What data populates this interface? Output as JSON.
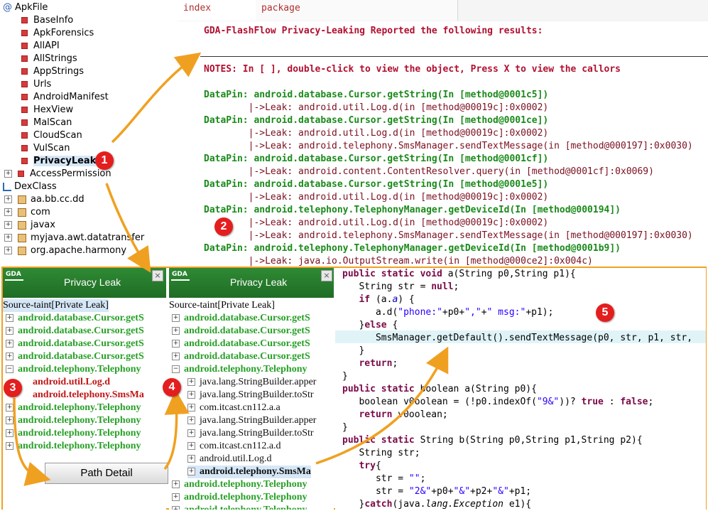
{
  "tree": {
    "root_icon": "@",
    "root": "ApkFile",
    "items": [
      "BaseInfo",
      "ApkForensics",
      "AllAPI",
      "AllStrings",
      "AppStrings",
      "Urls",
      "AndroidManifest",
      "HexView",
      "MalScan",
      "CloudScan",
      "VulScan",
      "PrivacyLeak",
      "AccessPermission"
    ],
    "dex": "DexClass",
    "packages": [
      "aa.bb.cc.dd",
      "com",
      "javax",
      "myjava.awt.datatransfer",
      "org.apache.harmony"
    ]
  },
  "tabs": [
    "index",
    "package"
  ],
  "report": {
    "title": "GDA-FlashFlow Privacy-Leaking Reported the following results:",
    "notes": "NOTES: In [ ], double-click to view the object, Press X to view the callors",
    "lines": [
      {
        "kind": "pin",
        "text": "DataPin: android.database.Cursor.getString(In [method@0001c5])"
      },
      {
        "kind": "leak",
        "text": "        |->Leak: android.util.Log.d(in [method@00019c]:0x0002)"
      },
      {
        "kind": "pin",
        "text": "DataPin: android.database.Cursor.getString(In [method@0001ce])"
      },
      {
        "kind": "leak",
        "text": "        |->Leak: android.util.Log.d(in [method@00019c]:0x0002)"
      },
      {
        "kind": "leak",
        "text": "        |->Leak: android.telephony.SmsManager.sendTextMessage(in [method@000197]:0x0030)"
      },
      {
        "kind": "pin",
        "text": "DataPin: android.database.Cursor.getString(In [method@0001cf])"
      },
      {
        "kind": "leak",
        "text": "        |->Leak: android.content.ContentResolver.query(in [method@0001cf]:0x0069)"
      },
      {
        "kind": "pin",
        "text": "DataPin: android.database.Cursor.getString(In [method@0001e5])"
      },
      {
        "kind": "leak",
        "text": "        |->Leak: android.util.Log.d(in [method@00019c]:0x0002)"
      },
      {
        "kind": "pin",
        "text": "DataPin: android.telephony.TelephonyManager.getDeviceId(In [method@000194])"
      },
      {
        "kind": "leak",
        "text": "        |->Leak: android.util.Log.d(in [method@00019c]:0x0002)"
      },
      {
        "kind": "leak",
        "text": "        |->Leak: android.telephony.SmsManager.sendTextMessage(in [method@000197]:0x0030)"
      },
      {
        "kind": "pin",
        "text": "DataPin: android.telephony.TelephonyManager.getDeviceId(In [method@0001b9])"
      },
      {
        "kind": "leak",
        "text": "        |->Leak: java.io.OutputStream.write(in [method@000ce2]:0x004c)"
      }
    ]
  },
  "panel1": {
    "logo": "GDA",
    "title": "Privacy Leak",
    "close": "×",
    "source": "Source-taint[Private Leak]",
    "items": [
      {
        "style": "pg",
        "plus": "+",
        "text": "android.database.Cursor.getS"
      },
      {
        "style": "pg",
        "plus": "+",
        "text": "android.database.Cursor.getS"
      },
      {
        "style": "pg",
        "plus": "+",
        "text": "android.database.Cursor.getS"
      },
      {
        "style": "pg",
        "plus": "+",
        "text": "android.database.Cursor.getS"
      },
      {
        "style": "pg",
        "plus": "−",
        "text": "android.telephony.Telephony"
      },
      {
        "style": "pr",
        "plus": "",
        "text": "android.util.Log.d"
      },
      {
        "style": "pr",
        "plus": "",
        "text": "android.telephony.SmsMa"
      },
      {
        "style": "pg",
        "plus": "+",
        "text": "android.telephony.Telephony"
      },
      {
        "style": "pg",
        "plus": "+",
        "text": "android.telephony.Telephony"
      },
      {
        "style": "pg",
        "plus": "+",
        "text": "android.telephony.Telephony"
      },
      {
        "style": "pg",
        "plus": "+",
        "text": "android.telephony.Telephony"
      }
    ],
    "button": "Path Detail"
  },
  "panel2": {
    "logo": "GDA",
    "title": "Privacy Leak",
    "close": "×",
    "source": "Source-taint[Private Leak]",
    "items": [
      {
        "style": "pg",
        "plus": "+",
        "text": "android.database.Cursor.getS"
      },
      {
        "style": "pg",
        "plus": "+",
        "text": "android.database.Cursor.getS"
      },
      {
        "style": "pg",
        "plus": "+",
        "text": "android.database.Cursor.getS"
      },
      {
        "style": "pg",
        "plus": "+",
        "text": "android.database.Cursor.getS"
      },
      {
        "style": "pg",
        "plus": "−",
        "text": "android.telephony.Telephony"
      },
      {
        "style": "pn",
        "plus": "+",
        "text": "java.lang.StringBuilder.apper"
      },
      {
        "style": "pn",
        "plus": "+",
        "text": "java.lang.StringBuilder.toStr"
      },
      {
        "style": "pn",
        "plus": "+",
        "text": "com.itcast.cn112.a.a"
      },
      {
        "style": "pn",
        "plus": "+",
        "text": "java.lang.StringBuilder.apper"
      },
      {
        "style": "pn",
        "plus": "+",
        "text": "java.lang.StringBuilder.toStr"
      },
      {
        "style": "pn",
        "plus": "+",
        "text": "com.itcast.cn112.a.d"
      },
      {
        "style": "pn",
        "plus": "+",
        "text": "android.util.Log.d"
      },
      {
        "style": "pbold",
        "plus": "+",
        "text": "android.telephony.SmsMa"
      },
      {
        "style": "pg",
        "plus": "+",
        "text": "android.telephony.Telephony"
      },
      {
        "style": "pg",
        "plus": "+",
        "text": "android.telephony.Telephony"
      },
      {
        "style": "pg",
        "plus": "+",
        "text": "android.telephony.Telephony"
      }
    ]
  },
  "code": [
    [
      [
        "kw",
        "public static void "
      ],
      [
        "",
        "a(String p0,String p1){"
      ]
    ],
    [
      [
        "",
        "   String str = "
      ],
      [
        "kw",
        "null"
      ],
      [
        "",
        ";"
      ]
    ],
    [
      [
        "",
        "   "
      ],
      [
        "kw",
        "if"
      ],
      [
        "",
        " (a."
      ],
      [
        "fld",
        "a"
      ],
      [
        "",
        ") {"
      ]
    ],
    [
      [
        "",
        "      a.d("
      ],
      [
        "str",
        "\"phone:\""
      ],
      [
        "",
        "+p0+"
      ],
      [
        "str",
        "\",\""
      ],
      [
        "",
        "+"
      ],
      [
        "str",
        "\" msg:\""
      ],
      [
        "",
        "+p1);"
      ]
    ],
    [
      [
        "",
        "   }"
      ],
      [
        "kw",
        "else"
      ],
      [
        "",
        " {"
      ]
    ],
    [
      [
        "",
        "      SmsManager.getDefault().sendTextMessage(p0, str, p1, str,"
      ]
    ],
    [
      [
        "",
        "   }"
      ]
    ],
    [
      [
        "",
        "   "
      ],
      [
        "kw",
        "return"
      ],
      [
        "",
        ";"
      ]
    ],
    [
      [
        "",
        "}"
      ]
    ],
    [
      [
        "kw",
        "public static "
      ],
      [
        "",
        "boolean a(String p0){"
      ]
    ],
    [
      [
        "",
        "   boolean v0oolean = (!p0.indexOf("
      ],
      [
        "str",
        "\"9&\""
      ],
      [
        "",
        "))? "
      ],
      [
        "kw",
        "true"
      ],
      [
        "",
        " : "
      ],
      [
        "kw",
        "false"
      ],
      [
        "",
        ";"
      ]
    ],
    [
      [
        "",
        "   "
      ],
      [
        "kw",
        "return"
      ],
      [
        "",
        " v0oolean;"
      ]
    ],
    [
      [
        "",
        "}"
      ]
    ],
    [
      [
        "kw",
        "public static "
      ],
      [
        "",
        "String b(String p0,String p1,String p2){"
      ]
    ],
    [
      [
        "",
        "   String str;"
      ]
    ],
    [
      [
        "",
        "   "
      ],
      [
        "kw",
        "try"
      ],
      [
        "",
        "{"
      ]
    ],
    [
      [
        "",
        "      str = "
      ],
      [
        "str",
        "\"\""
      ],
      [
        "",
        ";"
      ]
    ],
    [
      [
        "",
        "      str = "
      ],
      [
        "str",
        "\"2&\""
      ],
      [
        "",
        "+p0+"
      ],
      [
        "str",
        "\"&\""
      ],
      [
        "",
        "+p2+"
      ],
      [
        "str",
        "\"&\""
      ],
      [
        "",
        "+p1;"
      ]
    ],
    [
      [
        "",
        "   }"
      ],
      [
        "kw",
        "catch"
      ],
      [
        "",
        "(java."
      ],
      [
        "it",
        "lang.Exception"
      ],
      [
        "",
        " e1){"
      ]
    ]
  ],
  "badges": [
    "1",
    "2",
    "3",
    "4",
    "5"
  ],
  "colors": {
    "accent": "#f0a020",
    "panel_header": "#267c2c",
    "badge": "#e41e1e",
    "pin": "#1a8a1a",
    "leak": "#7a1020"
  }
}
